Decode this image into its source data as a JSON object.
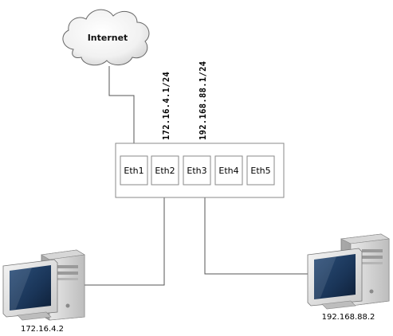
{
  "cloud": {
    "label": "Internet"
  },
  "router": {
    "ports": [
      {
        "id": "eth1",
        "label": "Eth1"
      },
      {
        "id": "eth2",
        "label": "Eth2"
      },
      {
        "id": "eth3",
        "label": "Eth3"
      },
      {
        "id": "eth4",
        "label": "Eth4"
      },
      {
        "id": "eth5",
        "label": "Eth5"
      }
    ]
  },
  "interfaces": {
    "eth2_ip": "172.16.4.1/24",
    "eth3_ip": "192.168.88.1/24"
  },
  "hosts": {
    "left": {
      "ip": "172.16.4.2",
      "icon": "computer-icon"
    },
    "right": {
      "ip": "192.168.88.2",
      "icon": "computer-icon"
    }
  }
}
